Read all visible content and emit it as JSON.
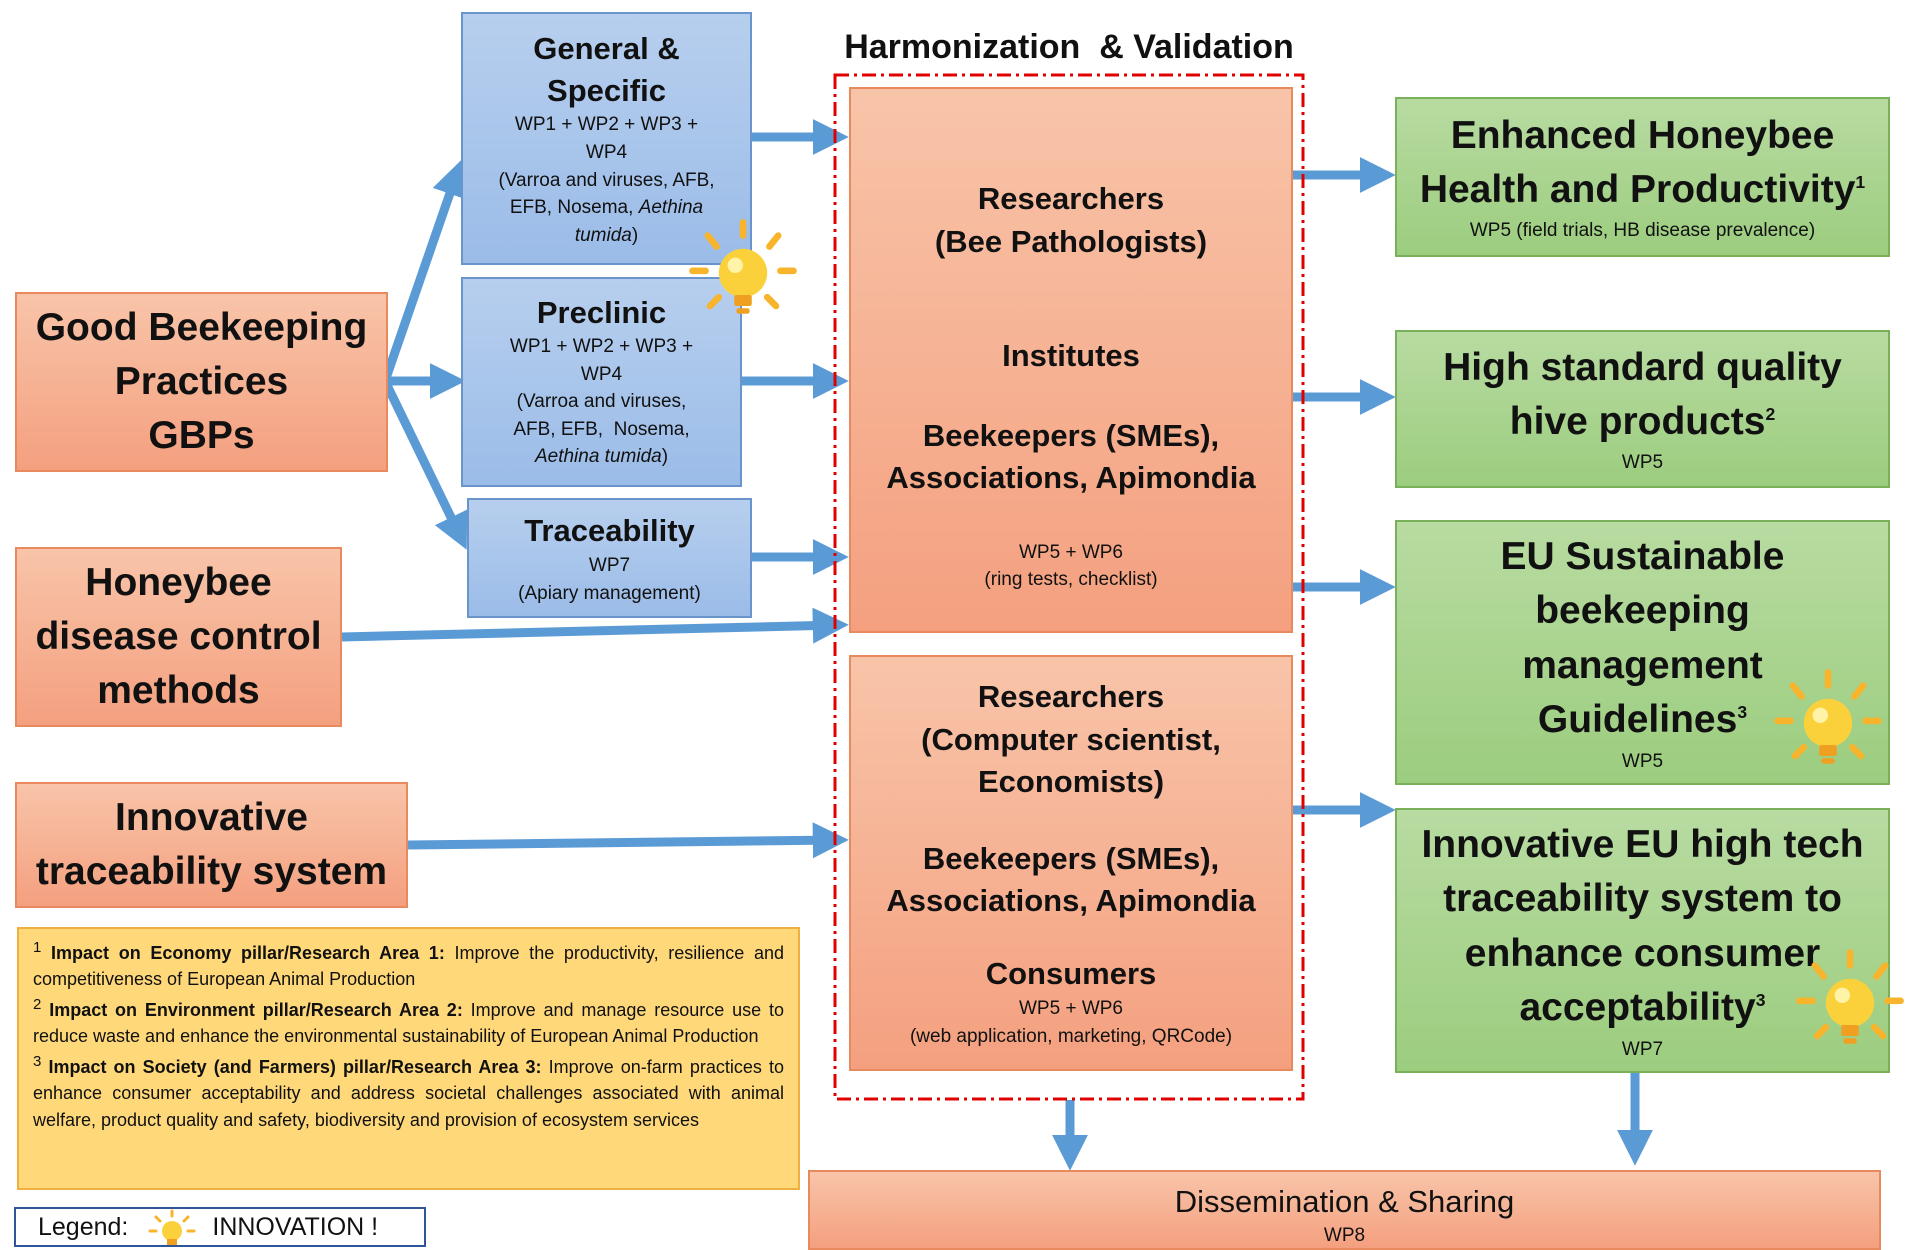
{
  "colors": {
    "accent_arrow": "#5b9bd5",
    "frame": "#e00000",
    "orange": "#f4a07f",
    "blue": "#9bbce8",
    "green": "#9ccd7f",
    "note": "#ffd87a"
  },
  "header": {
    "title": "Harmonization  & Validation"
  },
  "inputs": {
    "gbp": {
      "line1": "Good Beekeeping",
      "line2": "Practices",
      "line3": "GBPs"
    },
    "disease": {
      "line1": "Honeybee",
      "line2": "disease control",
      "line3": "methods"
    },
    "trace": {
      "line1": "Innovative",
      "line2": "traceability system"
    }
  },
  "work_boxes": {
    "general": {
      "title1": "General &",
      "title2": "Specific",
      "wp1": "WP1 + WP2 + WP3 +",
      "wp2": "WP4",
      "detail1": "(Varroa and viruses, AFB,",
      "detail2": "EFB, Nosema, ",
      "detail2_italic": "Aethina",
      "detail3": "tumida",
      "detail3_end": ")"
    },
    "preclinic": {
      "title": "Preclinic",
      "wp1": "WP1 + WP2 + WP3 +",
      "wp2": "WP4",
      "detail1": "(Varroa and viruses,",
      "detail2": "AFB, EFB,  Nosema,",
      "detail3": "Aethina tumida",
      "detail3_end": ")"
    },
    "traceability": {
      "title": "Traceability",
      "wp": "WP7",
      "detail": "(Apiary management)"
    }
  },
  "validation_top": {
    "researchers": "Researchers",
    "researchers_sub": "(Bee Pathologists)",
    "institutes": "Institutes",
    "beekeepers": "Beekeepers (SMEs),",
    "associations": "Associations, Apimondia",
    "wp": "WP5 + WP6",
    "wp_detail": "(ring tests, checklist)"
  },
  "validation_bottom": {
    "researchers": "Researchers",
    "researchers_sub1": "(Computer scientist,",
    "researchers_sub2": "Economists)",
    "beekeepers": "Beekeepers (SMEs),",
    "associations": "Associations, Apimondia",
    "consumers": "Consumers",
    "wp": "WP5 + WP6",
    "wp_detail": "(web application, marketing, QRCode)"
  },
  "outcomes": [
    {
      "line1": "Enhanced Honeybee",
      "line2": "Health and Productivity",
      "sup": "1",
      "wp": "WP5 (field trials, HB disease prevalence)"
    },
    {
      "line1": "High standard quality",
      "line2": "hive products",
      "sup": "2",
      "wp": "WP5"
    },
    {
      "line1": "EU Sustainable",
      "line2": "beekeeping",
      "line3": "management",
      "line4": "Guidelines",
      "sup": "3",
      "wp": "WP5"
    },
    {
      "line1": "Innovative EU high tech",
      "line2": "traceability system to",
      "line3": "enhance consumer",
      "line4": "acceptability",
      "sup": "3",
      "wp": "WP7"
    }
  ],
  "dissemination": {
    "title": "Dissemination & Sharing",
    "wp": "WP8"
  },
  "footnotes": [
    {
      "num": "1",
      "bold": "Impact on Economy pillar/Research Area 1:",
      "text": " Improve the productivity, resilience and competitiveness of European Animal Production"
    },
    {
      "num": "2",
      "bold": "Impact on Environment pillar/Research Area 2:",
      "text": " Improve and manage resource use to reduce waste and enhance the environmental sustainability of European Animal Production"
    },
    {
      "num": "3",
      "bold": "Impact on Society (and Farmers) pillar/Research Area 3:",
      "text": " Improve on-farm practices to enhance consumer acceptability and address societal challenges associated with animal welfare, product quality and safety, biodiversity and provision of ecosystem services"
    }
  ],
  "legend": {
    "label": "Legend:",
    "item": "INNOVATION !",
    "icon": "lightbulb-icon"
  }
}
